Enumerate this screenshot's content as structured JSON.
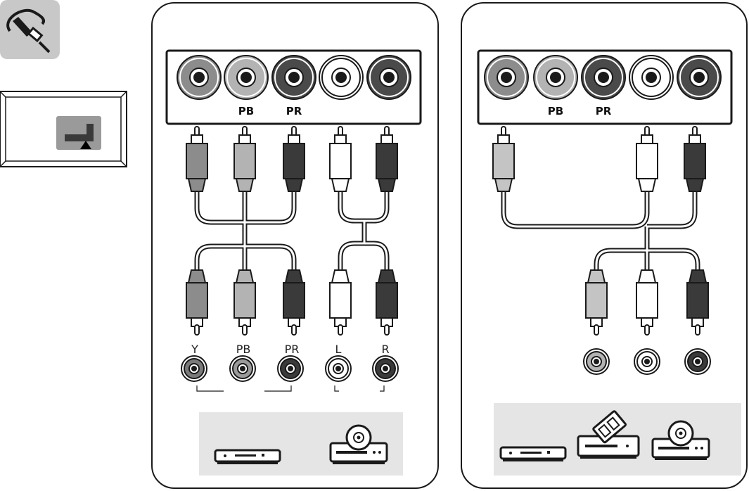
{
  "panel_a": {
    "panel_jacks": [
      "",
      "PB",
      "PR",
      "",
      ""
    ],
    "device_jacks": [
      "Y",
      "PB",
      "PR",
      "L",
      "R"
    ]
  },
  "panel_b": {
    "panel_jacks": [
      "",
      "PB",
      "PR",
      "",
      ""
    ]
  },
  "colors": {
    "gray": "#8c8c8c",
    "light_gray": "#b3b3b3",
    "dark": "#3a3a3a",
    "white": "#ffffff",
    "tray": "#e5e5e5",
    "outline": "#1a1a1a"
  },
  "icons": [
    "cable-plug-icon",
    "tv-connector-location-icon",
    "dvd-player-icon",
    "disc-recorder-icon",
    "set-top-box-icon"
  ]
}
